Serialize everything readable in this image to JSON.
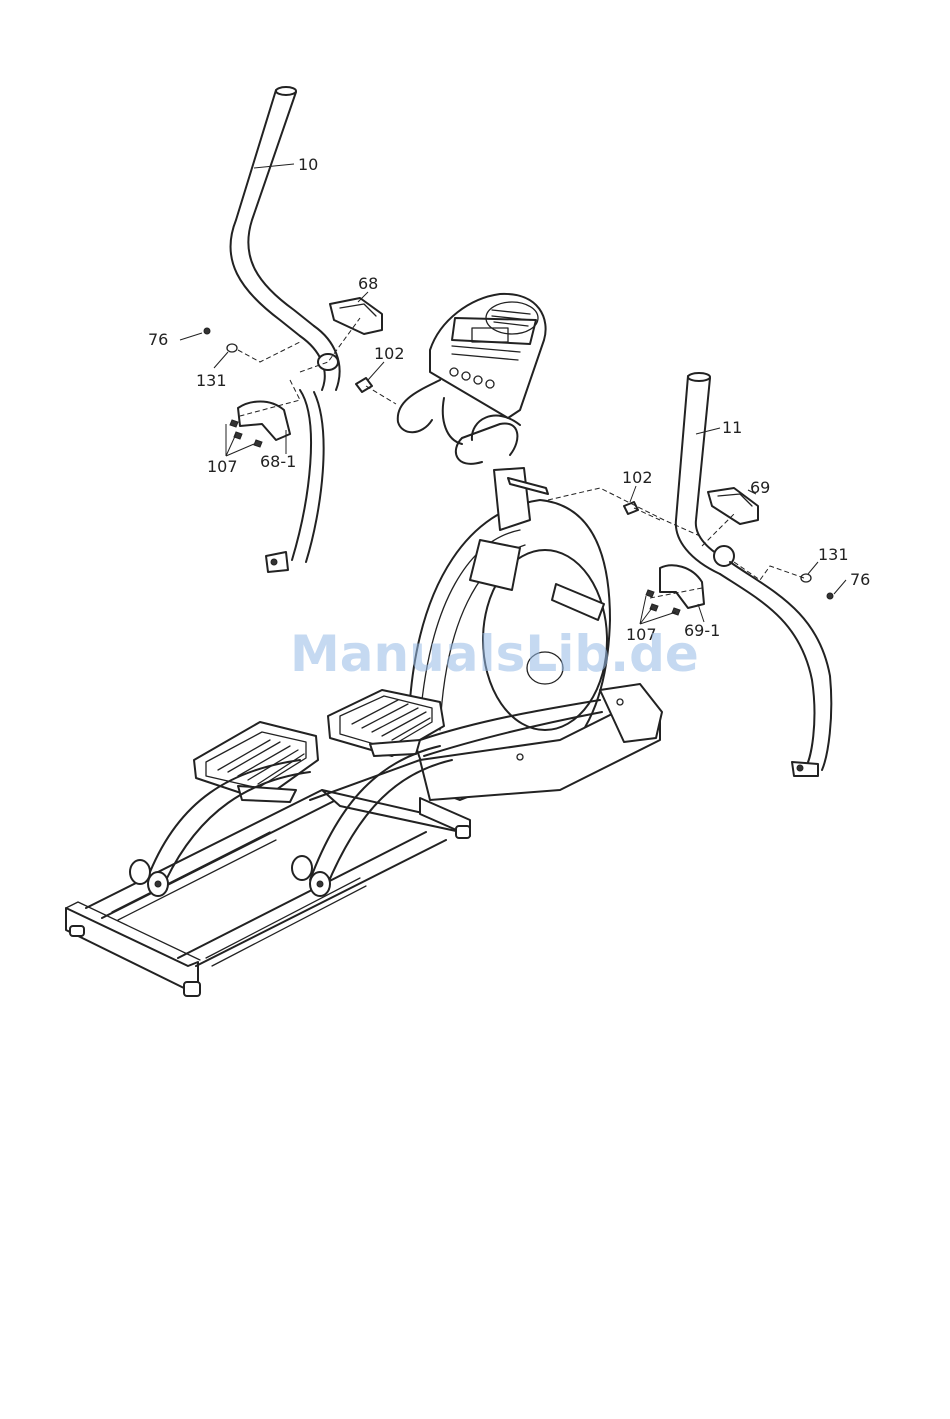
{
  "callouts": {
    "c10": "10",
    "c68": "68",
    "c76_left": "76",
    "c131_left": "131",
    "c102_left": "102",
    "c107_left": "107",
    "c68_1": "68-1",
    "c11": "11",
    "c69": "69",
    "c102_right": "102",
    "c131_right": "131",
    "c76_right": "76",
    "c107_right": "107",
    "c69_1": "69-1"
  },
  "watermark": "ManualsLib.de"
}
